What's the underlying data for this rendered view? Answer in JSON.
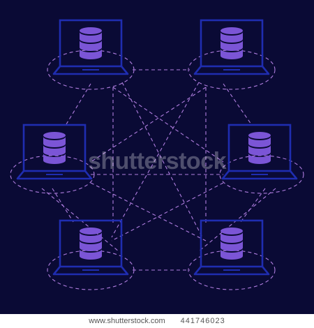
{
  "colors": {
    "background": "#0a0a35",
    "laptop_stroke": "#1f2db0",
    "database": "#7b55d6",
    "dashed_line": "#b07ee0"
  },
  "icons": {
    "node": "laptop-with-database-icon"
  },
  "nodes": [
    {
      "id": "top-left"
    },
    {
      "id": "top-right"
    },
    {
      "id": "middle-left"
    },
    {
      "id": "middle-right"
    },
    {
      "id": "bottom-left"
    },
    {
      "id": "bottom-right"
    }
  ],
  "watermark": "shutterstock",
  "footer": {
    "site": "www.shutterstock.com",
    "image_id": "441746023"
  }
}
